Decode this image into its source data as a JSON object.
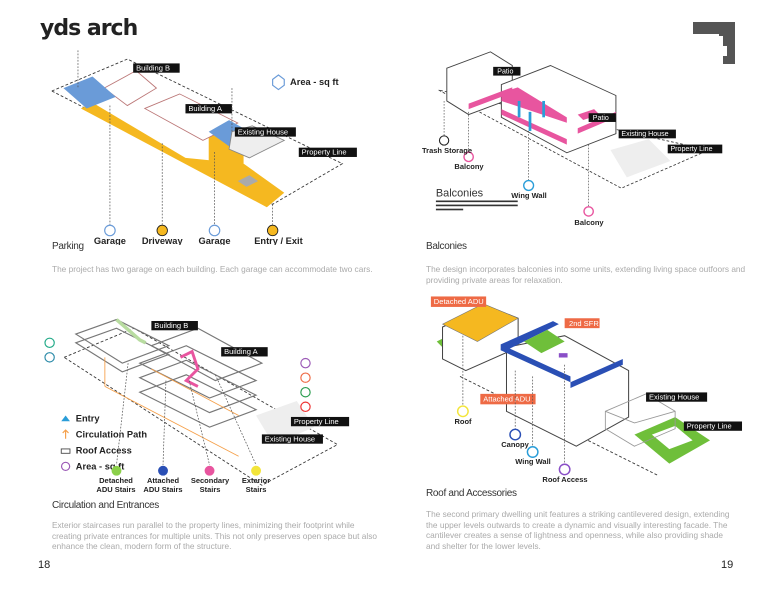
{
  "brand": {
    "logo": "yds arch"
  },
  "left_page": {
    "page_number": "18",
    "sections": [
      {
        "title": "Parking",
        "body": "The project has two garage on each building. Each garage can accommodate two cars.",
        "diagram": {
          "tags": [
            "Building B",
            "Building A",
            "Existing House",
            "Property Line"
          ],
          "legend": "Area - sq ft",
          "markers": [
            "Garage",
            "Driveway",
            "Garage",
            "Entry / Exit"
          ]
        }
      },
      {
        "title": "Circulation and Entrances",
        "body": "Exterior staircases run parallel to the property lines, minimizing their footprint while creating private entrances for multiple units. This not only preserves open space but also enhance the clean, modern form of the structure.",
        "diagram": {
          "tags": [
            "Building B",
            "Building A",
            "Existing House",
            "Property Line"
          ],
          "legend": [
            "Entry",
            "Circulation Path",
            "Roof Access",
            "Area - sq ft"
          ],
          "markers": [
            "Detached ADU Stairs",
            "Attached ADU Stairs",
            "Secondary Stairs",
            "Exterior Stairs"
          ]
        }
      }
    ]
  },
  "right_page": {
    "page_number": "19",
    "sections": [
      {
        "title": "Balconies",
        "body": "The design incorporates balconies into some units, extending living space outfoors and providing private areas for relaxation.",
        "diagram": {
          "inset_title": "Balconies",
          "tags": [
            "Patio",
            "Patio",
            "Existing House",
            "Property Line"
          ],
          "markers": [
            "Trash Storage",
            "Balcony",
            "Wing Wall",
            "Balcony"
          ]
        }
      },
      {
        "title": "Roof and Accessories",
        "body": "The second primary dwelling unit features a striking cantilevered design, extending the upper levels outwards to create a dynamic and visually interesting facade. The cantilever creates a sense of lightness and openness, while also providing shade and shelter for the lower levels.",
        "diagram": {
          "tags": [
            "Detached ADU",
            "2nd SFR",
            "Attached ADU",
            "Existing House",
            "Property Line"
          ],
          "markers": [
            "Roof",
            "Canopy",
            "Wing Wall",
            "Roof Access"
          ]
        }
      }
    ]
  },
  "colors": {
    "yellow": "#f5b820",
    "blue": "#6a9bd8",
    "pink": "#e8559f",
    "orange": "#ee6a45",
    "navy": "#2a4fb5",
    "green": "#6fbf3a"
  }
}
